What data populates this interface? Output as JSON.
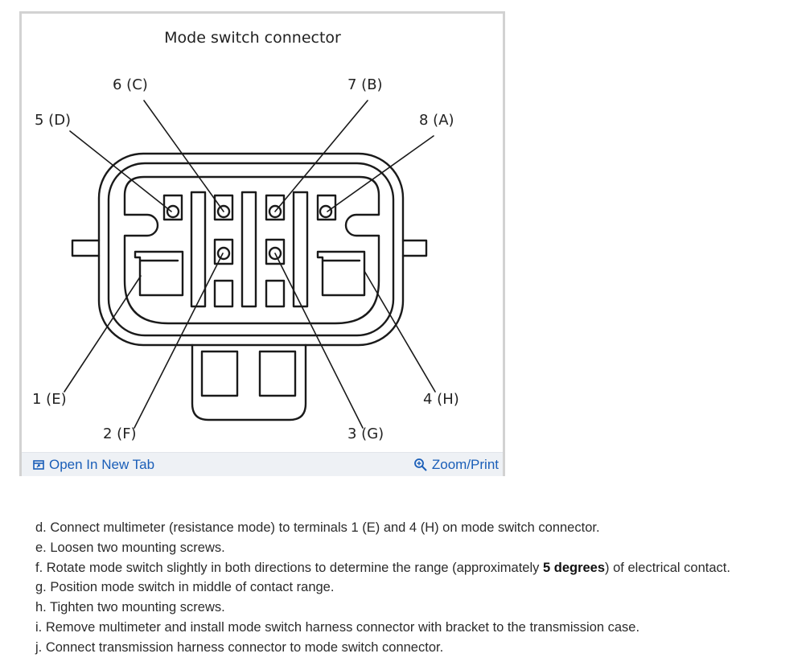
{
  "figure": {
    "title": "Mode switch connector",
    "pins": [
      {
        "label": "6 (C)"
      },
      {
        "label": "7 (B)"
      },
      {
        "label": "5 (D)"
      },
      {
        "label": "8 (A)"
      },
      {
        "label": "1 (E)"
      },
      {
        "label": "4 (H)"
      },
      {
        "label": "2 (F)"
      },
      {
        "label": "3 (G)"
      }
    ]
  },
  "toolbar": {
    "open_tab_label": "Open In New Tab",
    "zoom_label": "Zoom/Print",
    "link_color": "#1a5eb8",
    "icons": [
      "open-new-tab-icon",
      "zoom-magnifier-icon"
    ]
  },
  "steps": [
    {
      "text": "d. Connect multimeter (resistance mode) to terminals 1 (E) and 4 (H) on mode switch connector."
    },
    {
      "text": "e. Loosen two mounting screws."
    },
    {
      "before": "f. Rotate mode switch slightly in both directions to determine the range (approximately ",
      "bold": "5 degrees",
      "after": ") of electrical contact."
    },
    {
      "text": "g. Position mode switch in middle of contact range."
    },
    {
      "text": "h. Tighten two mounting screws."
    },
    {
      "text": "i. Remove multimeter and install mode switch harness connector with bracket to the transmission case."
    },
    {
      "text": "j. Connect transmission harness connector to mode switch connector."
    }
  ]
}
